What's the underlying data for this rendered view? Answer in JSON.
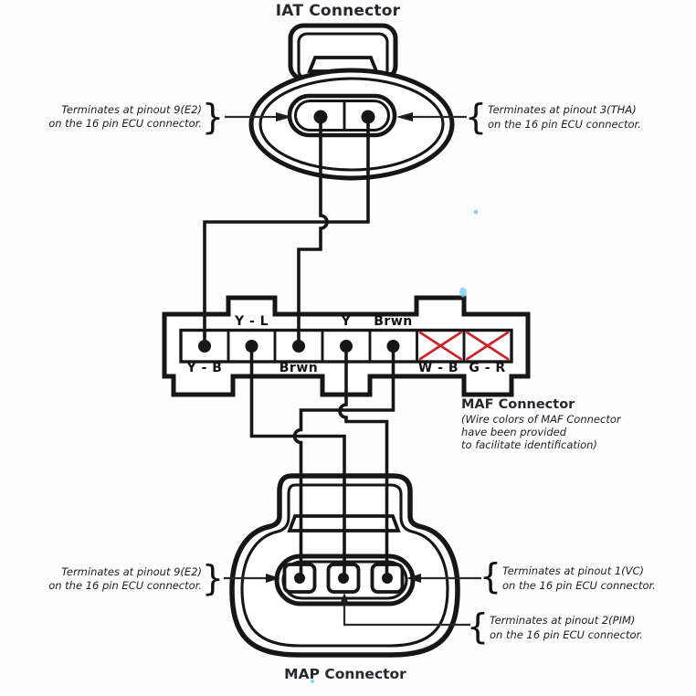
{
  "colors": {
    "line": "#161616",
    "text": "#1d1d1d",
    "x_mark": "#c8252c",
    "background": "#fdfdfd"
  },
  "glyphs": {
    "brace_open": "{",
    "brace_close": "}"
  },
  "iat": {
    "title": "IAT Connector",
    "left_note": {
      "line1": "Terminates at pinout 9(E2)",
      "line2": "on the 16 pin ECU connector."
    },
    "right_note": {
      "line1": "Terminates at pinout 3(THA)",
      "line2": "on the 16 pin ECU connector."
    }
  },
  "maf": {
    "title": "MAF Connector",
    "caption": {
      "line1": "(Wire colors of MAF Connector",
      "line2": "have been provided",
      "line3": "to facilitate identification)"
    },
    "top_labels": {
      "pin2": "Y - L",
      "pin4": "Y",
      "pin5": "Brwn"
    },
    "bottom_labels": {
      "pin1": "Y - B",
      "pin3": "Brwn",
      "pin6": "W - B",
      "pin7": "G - R"
    }
  },
  "map": {
    "title": "MAP Connector",
    "left_note": {
      "line1": "Terminates at pinout 9(E2)",
      "line2": "on the 16 pin ECU connector."
    },
    "vc_note": {
      "line1": "Terminates at pinout 1(VC)",
      "line2": "on the 16 pin ECU connector."
    },
    "pim_note": {
      "line1": "Terminates at pinout 2(PIM)",
      "line2": "on the 16 pin ECU connector."
    }
  }
}
